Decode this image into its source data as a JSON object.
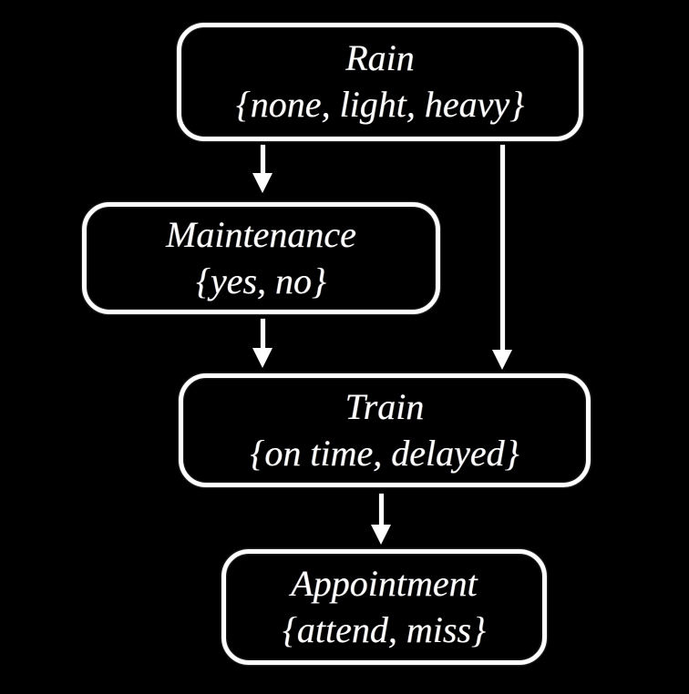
{
  "colors": {
    "background": "#000000",
    "node-border": "#ffffff",
    "node-text": "#ffffff",
    "arrow": "#ffffff"
  },
  "diagram": {
    "type": "bayesian-network",
    "nodes": {
      "rain": {
        "label": "Rain",
        "values": "{none, light, heavy}"
      },
      "maintenance": {
        "label": "Maintenance",
        "values": "{yes, no}"
      },
      "train": {
        "label": "Train",
        "values": "{on time, delayed}"
      },
      "appointment": {
        "label": "Appointment",
        "values": "{attend, miss}"
      }
    },
    "edges": [
      {
        "from": "rain",
        "to": "maintenance"
      },
      {
        "from": "rain",
        "to": "train"
      },
      {
        "from": "maintenance",
        "to": "train"
      },
      {
        "from": "train",
        "to": "appointment"
      }
    ]
  }
}
